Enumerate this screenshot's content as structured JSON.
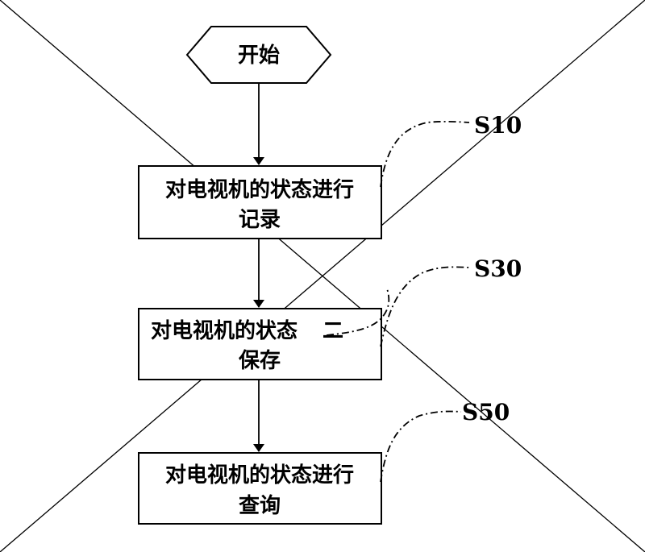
{
  "start": {
    "label": "开始"
  },
  "steps": [
    {
      "id": "S10",
      "line1": "对电视机的状态进行",
      "line2": "记录"
    },
    {
      "id": "S30",
      "line1": "对电视机的状态",
      "line1_tail": "二",
      "line2": "保存"
    },
    {
      "id": "S50",
      "line1": "对电视机的状态进行",
      "line2": "查询"
    }
  ],
  "colors": {
    "stroke": "#000000",
    "background": "#ffffff"
  }
}
